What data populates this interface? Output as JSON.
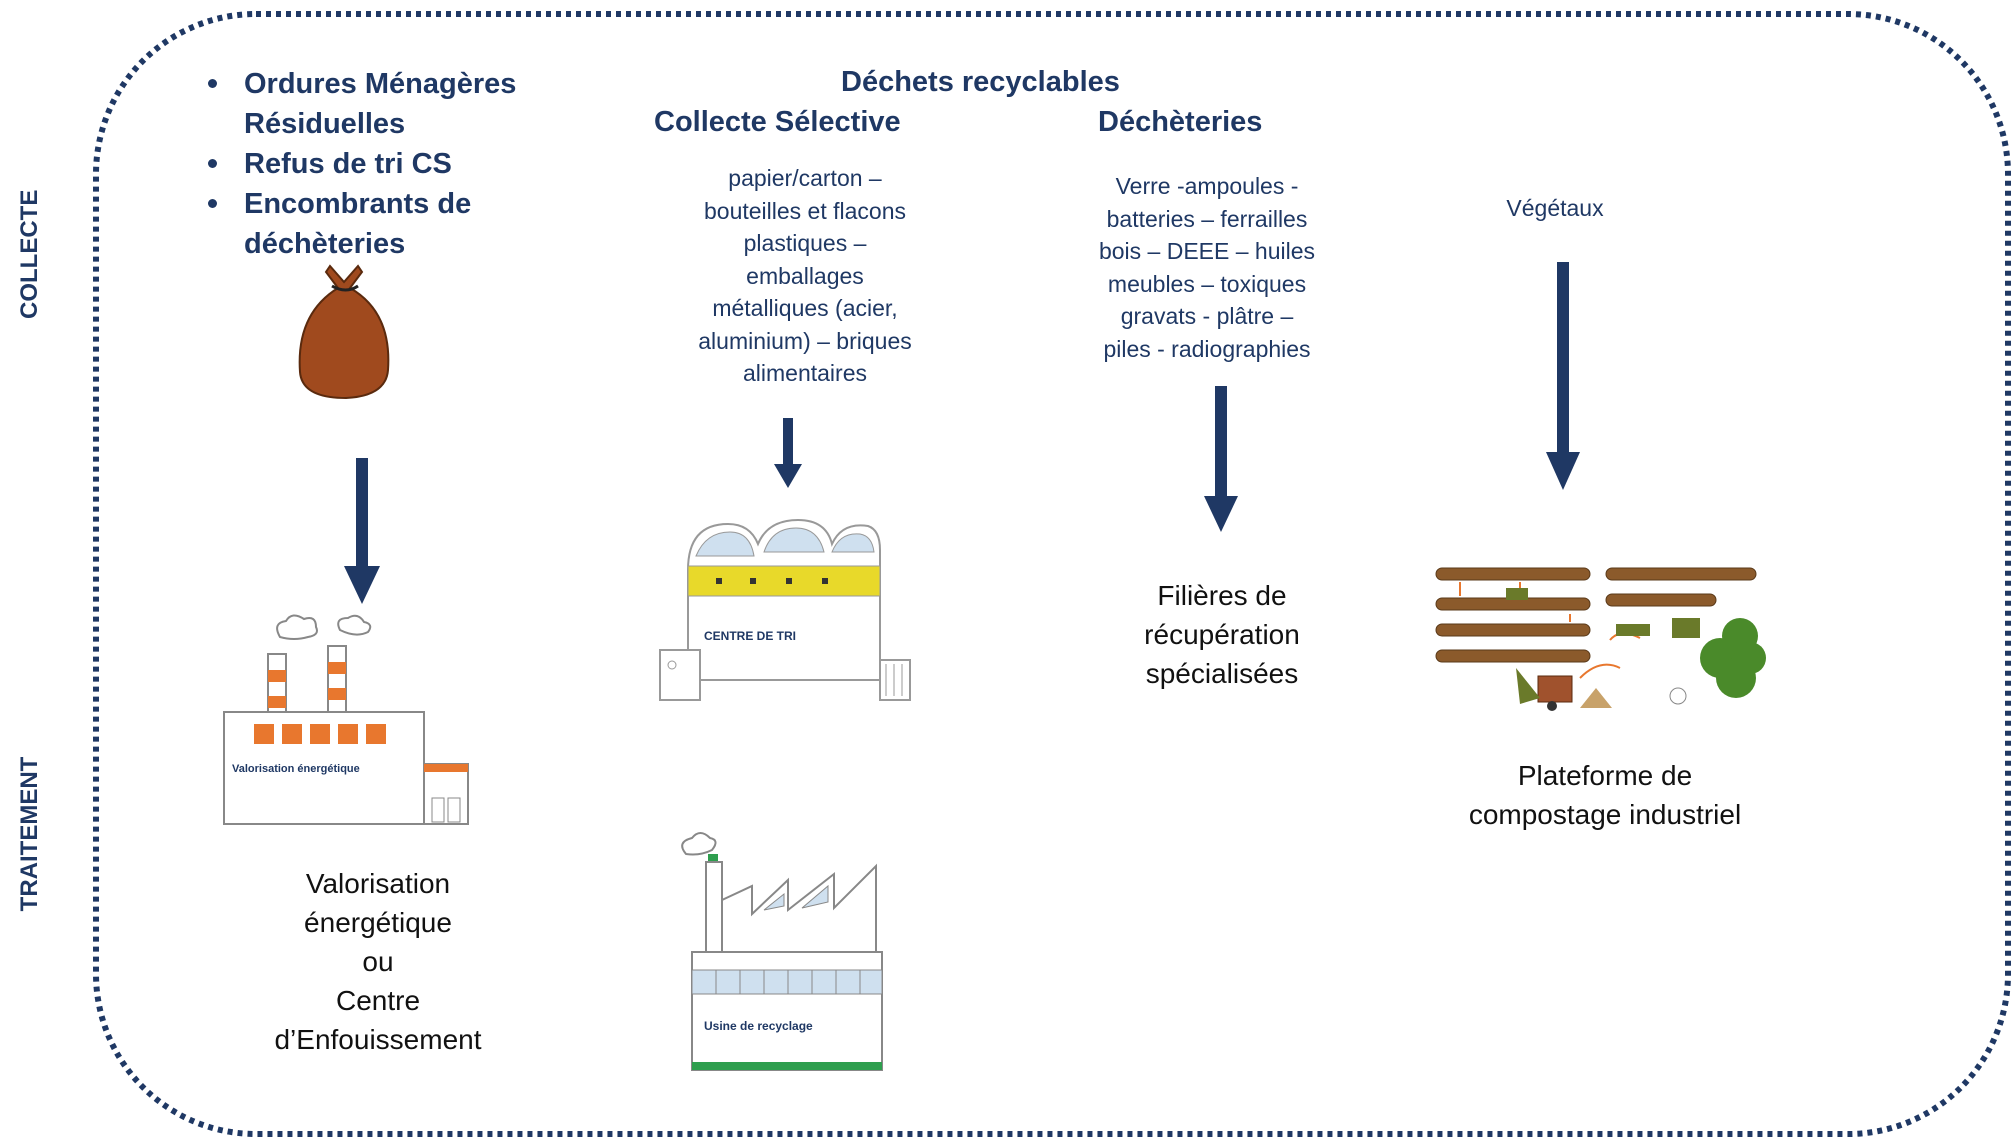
{
  "side_labels": {
    "top": "COLLECTE",
    "bottom": "TRAITEMENT"
  },
  "residual": {
    "items": [
      "Ordures Ménagères Résiduelles",
      "Refus de tri CS",
      "Encombrants de déchèteries"
    ],
    "result": [
      "Valorisation",
      "énergétique",
      "ou",
      "Centre",
      "d’Enfouissement"
    ]
  },
  "recyclables_title": "Déchets recyclables",
  "selective": {
    "title": "Collecte Sélective",
    "lines": [
      "papier/carton –",
      "bouteilles et flacons",
      "plastiques –",
      "emballages",
      "métalliques (acier,",
      "aluminium) – briques",
      "alimentaires"
    ]
  },
  "dechet": {
    "title": "Déchèteries",
    "lines": [
      "Verre -ampoules  -",
      "batteries – ferrailles",
      "bois – DEEE – huiles",
      "meubles – toxiques",
      "gravats - plâtre –",
      "piles - radiographies"
    ],
    "result": [
      "Filières de",
      "récupération",
      "spécialisées"
    ]
  },
  "green": {
    "title": "Végétaux",
    "result": [
      "Plateforme de",
      "compostage industriel"
    ]
  },
  "illustrations": {
    "incinerator_label": "Valorisation énergétique",
    "sorting_center_label": "CENTRE DE TRI",
    "recycling_plant_label": "Usine de recyclage"
  },
  "colors": {
    "navy": "#1f3864",
    "bag": "#a04a1e",
    "orange": "#e8772e",
    "yellow": "#e8d92a"
  }
}
